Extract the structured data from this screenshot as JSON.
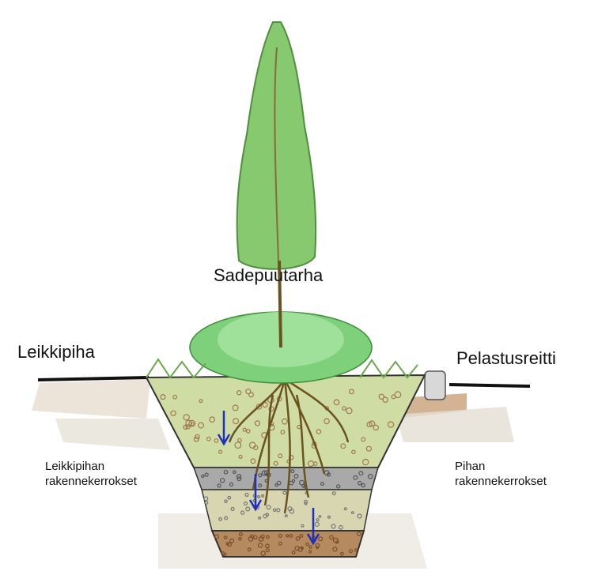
{
  "labels": {
    "title": "Sadepuutarha",
    "left_area": "Leikkipiha",
    "right_area": "Pelastusreitti",
    "left_layers": "Leikkipihan\nrakennekerrokset",
    "right_layers": "Pihan\nrakennekerrokset"
  },
  "colors": {
    "tree": "#7cc46a",
    "tree_dark": "#4f8f3e",
    "grass": "#7ed07a",
    "soil_top": "#c9dca2",
    "gravel": "#9a9a9a",
    "sand": "#d9c79a",
    "base": "#a0704a",
    "arrow": "#1f2fbf",
    "roots": "#6b5320",
    "edge": "#222222"
  },
  "icons": [
    "cypress-tree-icon",
    "grass-plant-icon",
    "water-arrow-icon",
    "curb-stone-icon"
  ]
}
